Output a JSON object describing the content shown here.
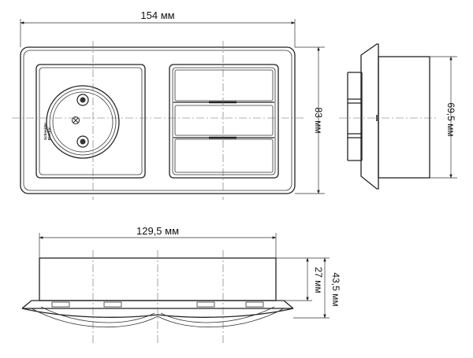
{
  "dimensions": {
    "front_width": "154 мм",
    "front_height": "83 мм",
    "side_height": "69,5 мм",
    "bottom_width": "129,5 мм",
    "bottom_depth_inner": "27 мм",
    "bottom_depth_total": "43,5 мм"
  },
  "logo": {
    "brand_line1": "Schneider",
    "brand_line2": "Electric"
  }
}
